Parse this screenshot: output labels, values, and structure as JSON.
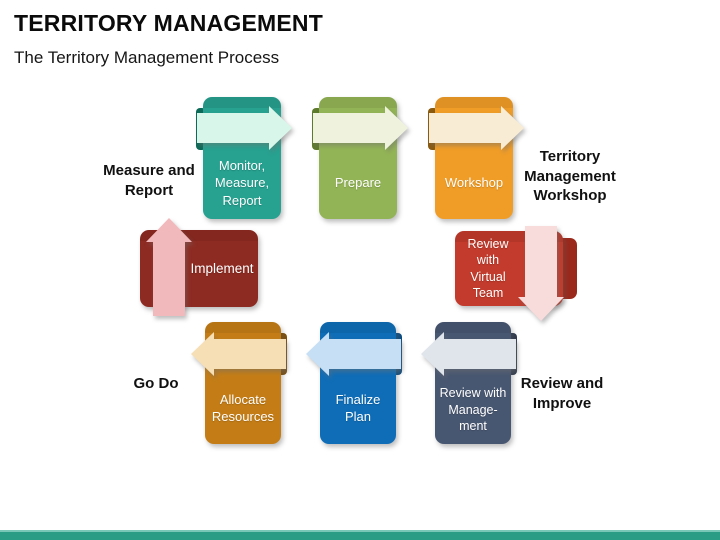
{
  "slide": {
    "title": "TERRITORY MANAGEMENT",
    "subtitle": "The Territory Management Process"
  },
  "diagram": {
    "steps": [
      {
        "id": "monitor-measure-report",
        "label": "Monitor,\nMeasure,\nReport",
        "box_color": "#27A190",
        "fold_color": "#0C6A58",
        "arrow_color": "#D9F6EA",
        "arrow_dir": "right"
      },
      {
        "id": "prepare",
        "label": "Prepare",
        "box_color": "#93B456",
        "fold_color": "#5E7A2D",
        "arrow_color": "#EFF3DE",
        "arrow_dir": "right"
      },
      {
        "id": "workshop",
        "label": "Workshop",
        "box_color": "#F09D27",
        "fold_color": "#8A5A10",
        "arrow_color": "#F9ECD4",
        "arrow_dir": "right"
      },
      {
        "id": "review-with-virtual-team",
        "label": "Review\nwith\nVirtual\nTeam",
        "box_color": "#C23B2C",
        "fold_color": "#9A291C",
        "arrow_color": "#F8DBDB",
        "arrow_dir": "down"
      },
      {
        "id": "review-with-management",
        "label": "Review with\nManage-\nment",
        "box_color": "#485771",
        "fold_color": "#2F3A4D",
        "arrow_color": "#E0E5EC",
        "arrow_dir": "left"
      },
      {
        "id": "finalize-plan",
        "label": "Finalize\nPlan",
        "box_color": "#0F6DB7",
        "fold_color": "#0A4C82",
        "arrow_color": "#C6DFF5",
        "arrow_dir": "left"
      },
      {
        "id": "allocate-resources",
        "label": "Allocate\nResources",
        "box_color": "#C47D16",
        "fold_color": "#7E4F0B",
        "arrow_color": "#F7DFB5",
        "arrow_dir": "left"
      },
      {
        "id": "implement",
        "label": "Implement",
        "box_color": "#8D2B22",
        "fold_color": "#6E1F17",
        "arrow_color": "#F2B9BC",
        "arrow_dir": "up"
      }
    ],
    "outside_labels": [
      {
        "id": "measure-and-report",
        "text": "Measure and\nReport"
      },
      {
        "id": "territory-management-workshop",
        "text": "Territory\nManagement\nWorkshop"
      },
      {
        "id": "go-do",
        "text": "Go Do"
      },
      {
        "id": "review-and-improve",
        "text": "Review and\nImprove"
      }
    ]
  },
  "footer": {
    "accent_line_color": "#79C7B7",
    "bar_color": "#2A9B85"
  }
}
